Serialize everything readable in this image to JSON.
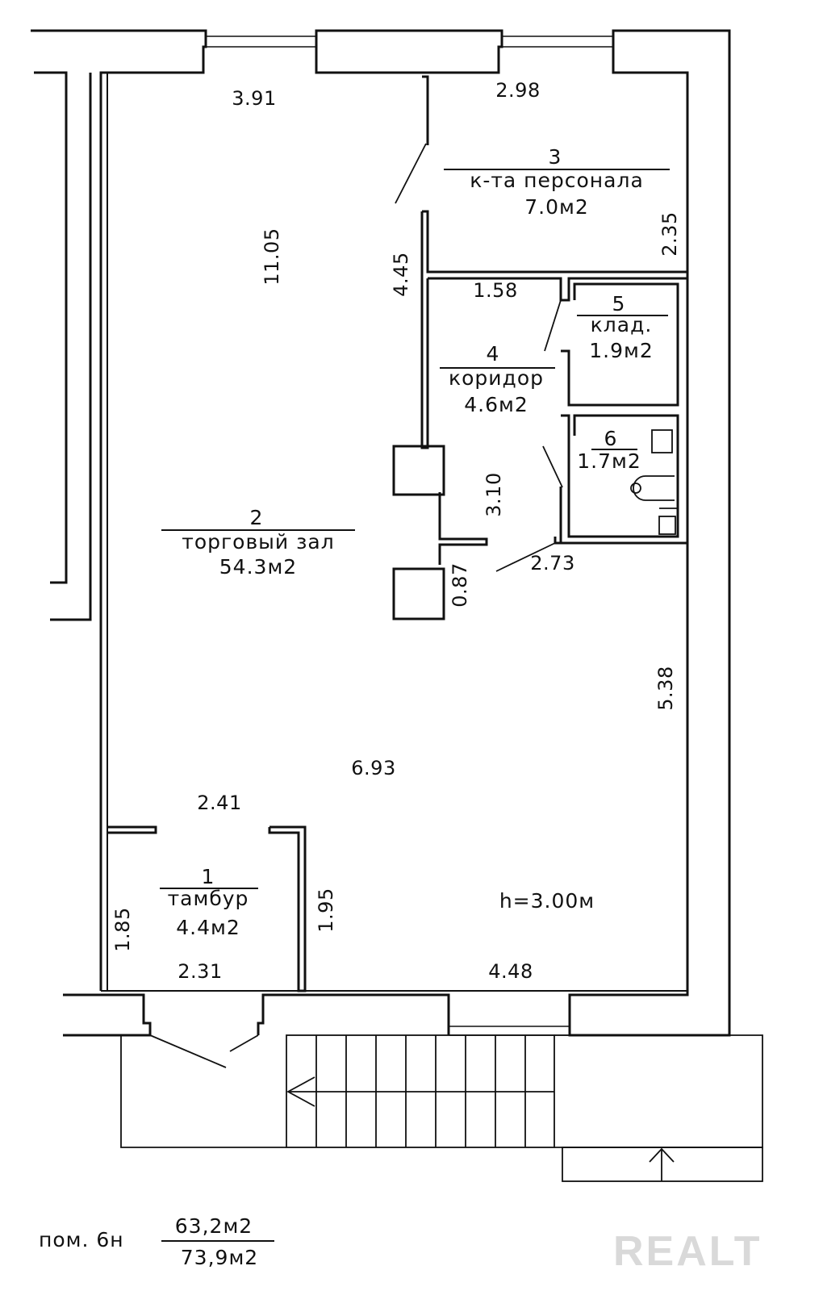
{
  "rooms": [
    {
      "number": "3",
      "name": "к-та персонала",
      "area": "7.0м2"
    },
    {
      "number": "5",
      "name": "клад.",
      "area": "1.9м2"
    },
    {
      "number": "4",
      "name": "коридор",
      "area": "4.6м2"
    },
    {
      "number": "6",
      "name": "",
      "area": "1.7м2"
    },
    {
      "number": "2",
      "name": "торговый зал",
      "area": "54.3м2"
    },
    {
      "number": "1",
      "name": "тамбур",
      "area": "4.4м2"
    }
  ],
  "dimensions": {
    "d391": "3.91",
    "d298": "2.98",
    "d1105": "11.05",
    "d445": "4.45",
    "d235": "2.35",
    "d158": "1.58",
    "d310": "3.10",
    "d087": "0.87",
    "d273": "2.73",
    "d538": "5.38",
    "d693": "6.93",
    "d241": "2.41",
    "d185": "1.85",
    "d195": "1.95",
    "d231": "2.31",
    "d448": "4.48"
  },
  "ceiling_height": "h=3.00м",
  "summary": {
    "label": "пом. 6н",
    "area_1": "63,2м2",
    "area_2": "73,9м2"
  },
  "watermark": "REALT"
}
